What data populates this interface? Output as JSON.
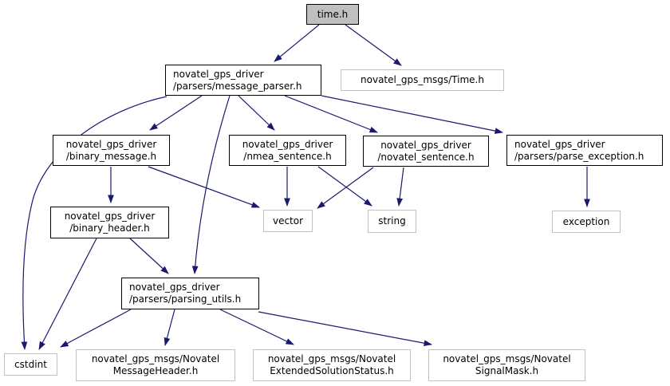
{
  "diagram": {
    "kind": "include-dependency-graph",
    "root": "time.h"
  },
  "colors": {
    "edge": "#191970",
    "internal_border": "#000000",
    "external_border": "#c2c2c2",
    "current_node_fill": "#bfbfbf",
    "background": "#ffffff"
  },
  "nodes": {
    "time_h": {
      "line1": "time.h",
      "kind": "current"
    },
    "message_parser": {
      "line1": "novatel_gps_driver",
      "line2": "/parsers/message_parser.h",
      "kind": "internal"
    },
    "time_msgs": {
      "line1": "novatel_gps_msgs/Time.h",
      "kind": "external"
    },
    "binary_message": {
      "line1": "novatel_gps_driver",
      "line2": "/binary_message.h",
      "kind": "internal"
    },
    "nmea_sentence": {
      "line1": "novatel_gps_driver",
      "line2": "/nmea_sentence.h",
      "kind": "internal"
    },
    "novatel_sentence": {
      "line1": "novatel_gps_driver",
      "line2": "/novatel_sentence.h",
      "kind": "internal"
    },
    "parse_exception": {
      "line1": "novatel_gps_driver",
      "line2": "/parsers/parse_exception.h",
      "kind": "internal"
    },
    "binary_header": {
      "line1": "novatel_gps_driver",
      "line2": "/binary_header.h",
      "kind": "internal"
    },
    "vector": {
      "line1": "vector",
      "kind": "external"
    },
    "string": {
      "line1": "string",
      "kind": "external"
    },
    "exception": {
      "line1": "exception",
      "kind": "external"
    },
    "parsing_utils": {
      "line1": "novatel_gps_driver",
      "line2": "/parsers/parsing_utils.h",
      "kind": "internal"
    },
    "cstdint": {
      "line1": "cstdint",
      "kind": "external"
    },
    "msg_header": {
      "line1": "novatel_gps_msgs/Novatel",
      "line2": "MessageHeader.h",
      "kind": "external"
    },
    "ext_status": {
      "line1": "novatel_gps_msgs/Novatel",
      "line2": "ExtendedSolutionStatus.h",
      "kind": "external"
    },
    "signal_mask": {
      "line1": "novatel_gps_msgs/Novatel",
      "line2": "SignalMask.h",
      "kind": "external"
    }
  },
  "edges": [
    {
      "from": "time_h",
      "to": "message_parser"
    },
    {
      "from": "time_h",
      "to": "time_msgs"
    },
    {
      "from": "message_parser",
      "to": "binary_message"
    },
    {
      "from": "message_parser",
      "to": "nmea_sentence"
    },
    {
      "from": "message_parser",
      "to": "novatel_sentence"
    },
    {
      "from": "message_parser",
      "to": "parse_exception"
    },
    {
      "from": "message_parser",
      "to": "cstdint"
    },
    {
      "from": "message_parser",
      "to": "parsing_utils"
    },
    {
      "from": "binary_message",
      "to": "binary_header"
    },
    {
      "from": "binary_message",
      "to": "vector"
    },
    {
      "from": "nmea_sentence",
      "to": "vector"
    },
    {
      "from": "nmea_sentence",
      "to": "string"
    },
    {
      "from": "novatel_sentence",
      "to": "vector"
    },
    {
      "from": "novatel_sentence",
      "to": "string"
    },
    {
      "from": "parse_exception",
      "to": "exception"
    },
    {
      "from": "binary_header",
      "to": "parsing_utils"
    },
    {
      "from": "binary_header",
      "to": "cstdint"
    },
    {
      "from": "parsing_utils",
      "to": "cstdint"
    },
    {
      "from": "parsing_utils",
      "to": "msg_header"
    },
    {
      "from": "parsing_utils",
      "to": "ext_status"
    },
    {
      "from": "parsing_utils",
      "to": "signal_mask"
    }
  ]
}
